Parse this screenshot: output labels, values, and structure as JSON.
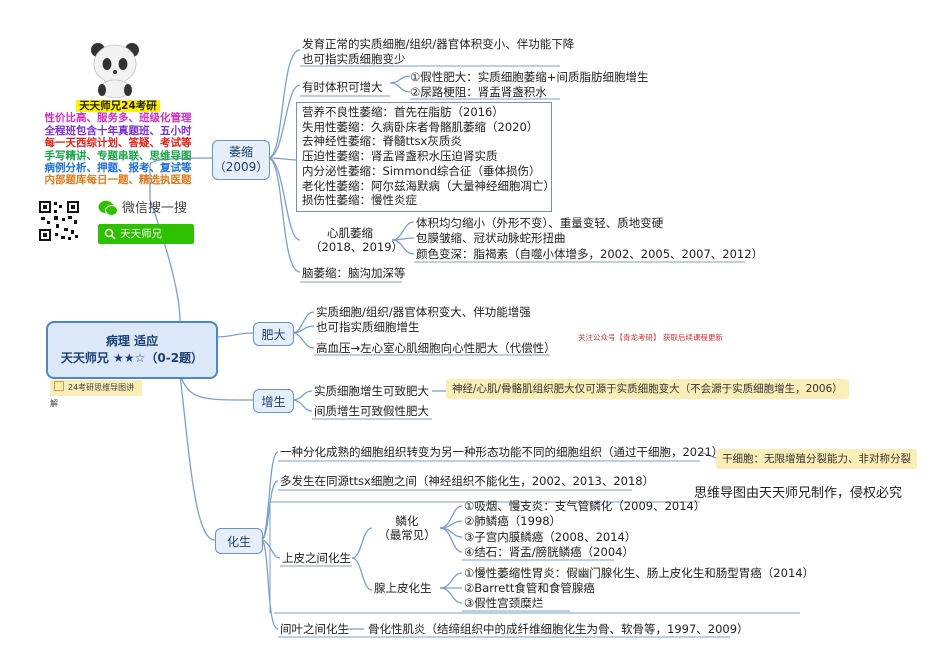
{
  "root": {
    "title": "病理 适应",
    "subtitle": "天天师兄 ★★☆（0-2题）"
  },
  "badge": "24考研思维导图讲解",
  "promo": {
    "header": "天天师兄24考研",
    "lines": [
      {
        "text": "性价比高、服务多、班级化管理",
        "color": "#d62fc2"
      },
      {
        "text": "全程班包含十年真题班、五小时",
        "color": "#7b2fd6"
      },
      {
        "text": "每一天西综计划、答疑、考试等",
        "color": "#e0211b"
      },
      {
        "text": "手写精讲、专题串联、思维导图",
        "color": "#17a34a"
      },
      {
        "text": "病例分析、押题、报考、复试等",
        "color": "#1f6fe0"
      },
      {
        "text": "内部题库每日一题、精选执医题",
        "color": "#e07b1b"
      }
    ]
  },
  "wechat": {
    "label": "微信搜一搜",
    "search_text": "天天师兄"
  },
  "watermark_note": "关注公众号【青龙考研】 获取后续课程更新",
  "copyright": "思维导图由天天师兄制作，侵权必究",
  "weisuo": {
    "label": "萎缩\n（2009）",
    "def1": "发育正常的实质细胞/组织/器官体积变小、伴功能下降",
    "def2": "也可指实质细胞变少",
    "volume_label": "有时体积可增大",
    "volume_items": [
      "①假性肥大：实质细胞萎缩+间质脂肪细胞增生",
      "②尿路梗阻：肾盂肾盏积水"
    ],
    "types": [
      "营养不良性萎缩：首先在脂肪（2016）",
      "失用性萎缩：久病卧床者骨骼肌萎缩（2020）",
      "去神经性萎缩：脊髓ttsx灰质炎",
      "压迫性萎缩：肾盂肾盏积水压迫肾实质",
      "内分泌性萎缩：Simmond综合征（垂体损伤）",
      "老化性萎缩：阿尔兹海默病（大量神经细胞凋亡）",
      "损伤性萎缩：慢性炎症"
    ],
    "heart_label": "心肌萎缩\n（2018、2019）",
    "heart_items": [
      "体积均匀缩小（外形不变）、重量变轻、质地变硬",
      "包膜皱缩、冠状动脉蛇形扭曲",
      "颜色变深：脂褐素（自噬小体增多，2002、2005、2007、2012）"
    ],
    "brain": "脑萎缩：脑沟加深等"
  },
  "feida": {
    "label": "肥大",
    "items": [
      "实质细胞/组织/器官体积变大、伴功能增强",
      "也可指实质细胞增生",
      "高血压→左心室心肌细胞向心性肥大（代偿性）"
    ]
  },
  "zengsheng": {
    "label": "增生",
    "items": [
      "实质细胞增生可致肥大",
      "间质增生可致假性肥大"
    ],
    "callout": "神经/心肌/骨骼肌组织肥大仅可源于实质细胞变大（不会源于实质细胞增生，2006）"
  },
  "huasheng": {
    "label": "化生",
    "def": "一种分化成熟的细胞组织转变为另一种形态功能不同的细胞组织（通过干细胞，2021）",
    "stem_callout": "干细胞：无限增殖分裂能力、非对称分裂",
    "site": "多发生在同源ttsx细胞之间（神经组织不能化生，2002、2013、2018）",
    "epi_label": "上皮之间化生",
    "squamous_label": "鳞化\n（最常见）",
    "squamous_items": [
      "①吸烟、慢支炎：支气管鳞化（2009、2014）",
      "②肺鳞癌（1998）",
      "③子宫内膜鳞癌（2008、2014）",
      "④结石：肾盂/膀胱鳞癌（2004）"
    ],
    "gland_label": "腺上皮化生",
    "gland_items": [
      "①慢性萎缩性胃炎：假幽门腺化生、肠上皮化生和肠型胃癌（2014）",
      "②Barrett食管和食管腺癌",
      "③假性宫颈糜烂"
    ],
    "mes_label": "间叶之间化生",
    "mes_item": "骨化性肌炎（结缔组织中的成纤维细胞化生为骨、软骨等，1997、2009）"
  },
  "colors": {
    "node_border": "#6b93c8",
    "node_fill": "#e6eef9",
    "root_border": "#4f86c6",
    "callout": "#fbedb7",
    "line": "#7a9fcf"
  }
}
